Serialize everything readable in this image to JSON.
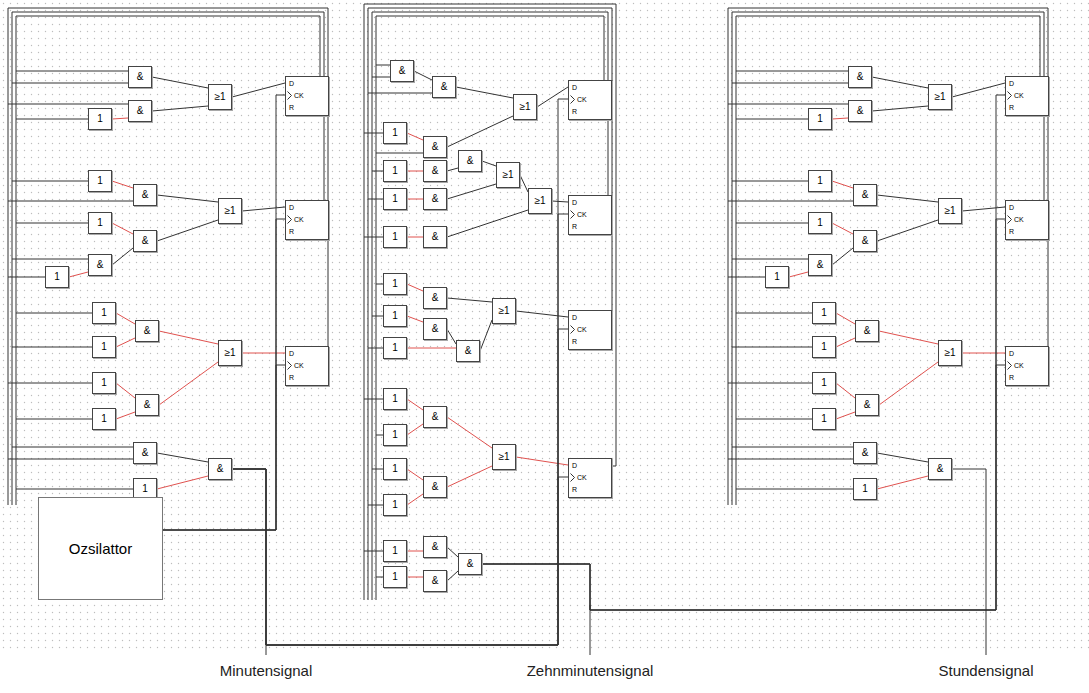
{
  "diagram": {
    "nodes": [
      {
        "text": [
          "&"
        ]
      },
      {
        "text": [
          "&"
        ]
      },
      {
        "text": [
          "1"
        ]
      },
      {
        "text": [
          "≥1"
        ]
      },
      {
        "text": [
          "D",
          "CK",
          "R"
        ]
      },
      {
        "text": [
          "1"
        ]
      },
      {
        "text": [
          "&"
        ]
      },
      {
        "text": [
          "1"
        ]
      },
      {
        "text": [
          "&"
        ]
      },
      {
        "text": [
          "&"
        ]
      },
      {
        "text": [
          "1"
        ]
      },
      {
        "text": [
          "≥1"
        ]
      },
      {
        "text": [
          "D",
          "CK",
          "R"
        ]
      },
      {
        "text": [
          "1"
        ]
      },
      {
        "text": [
          "1"
        ]
      },
      {
        "text": [
          "&"
        ]
      },
      {
        "text": [
          "1"
        ]
      },
      {
        "text": [
          "1"
        ]
      },
      {
        "text": [
          "&"
        ]
      },
      {
        "text": [
          "≥1"
        ]
      },
      {
        "text": [
          "D",
          "CK",
          "R"
        ]
      },
      {
        "text": [
          "&"
        ]
      },
      {
        "text": [
          "1"
        ]
      },
      {
        "text": [
          "&"
        ]
      },
      {
        "text": [
          "Ozsilattor"
        ]
      },
      {
        "text": [
          "&"
        ]
      },
      {
        "text": [
          "&"
        ]
      },
      {
        "text": [
          "≥1"
        ]
      },
      {
        "text": [
          "1"
        ]
      },
      {
        "text": [
          "&"
        ]
      },
      {
        "text": [
          "D",
          "CK",
          "R"
        ]
      },
      {
        "text": [
          "1"
        ]
      },
      {
        "text": [
          "&"
        ]
      },
      {
        "text": [
          "&"
        ]
      },
      {
        "text": [
          "1"
        ]
      },
      {
        "text": [
          "&"
        ]
      },
      {
        "text": [
          "≥1"
        ]
      },
      {
        "text": [
          "1"
        ]
      },
      {
        "text": [
          "&"
        ]
      },
      {
        "text": [
          "≥1"
        ]
      },
      {
        "text": [
          "D",
          "CK",
          "R"
        ]
      },
      {
        "text": [
          "1"
        ]
      },
      {
        "text": [
          "&"
        ]
      },
      {
        "text": [
          "1"
        ]
      },
      {
        "text": [
          "&"
        ]
      },
      {
        "text": [
          "1"
        ]
      },
      {
        "text": [
          "&"
        ]
      },
      {
        "text": [
          "≥1"
        ]
      },
      {
        "text": [
          "D",
          "CK",
          "R"
        ]
      },
      {
        "text": [
          "1"
        ]
      },
      {
        "text": [
          "1"
        ]
      },
      {
        "text": [
          "&"
        ]
      },
      {
        "text": [
          "1"
        ]
      },
      {
        "text": [
          "1"
        ]
      },
      {
        "text": [
          "&"
        ]
      },
      {
        "text": [
          "≥1"
        ]
      },
      {
        "text": [
          "D",
          "CK",
          "R"
        ]
      },
      {
        "text": [
          "1"
        ]
      },
      {
        "text": [
          "1"
        ]
      },
      {
        "text": [
          "&"
        ]
      },
      {
        "text": [
          "&"
        ]
      },
      {
        "text": [
          "&"
        ]
      },
      {
        "text": [
          "&"
        ]
      },
      {
        "text": [
          "&"
        ]
      },
      {
        "text": [
          "1"
        ]
      },
      {
        "text": [
          "≥1"
        ]
      },
      {
        "text": [
          "D",
          "CK",
          "R"
        ]
      },
      {
        "text": [
          "1"
        ]
      },
      {
        "text": [
          "&"
        ]
      },
      {
        "text": [
          "1"
        ]
      },
      {
        "text": [
          "&"
        ]
      },
      {
        "text": [
          "&"
        ]
      },
      {
        "text": [
          "1"
        ]
      },
      {
        "text": [
          "≥1"
        ]
      },
      {
        "text": [
          "D",
          "CK",
          "R"
        ]
      },
      {
        "text": [
          "1"
        ]
      },
      {
        "text": [
          "1"
        ]
      },
      {
        "text": [
          "&"
        ]
      },
      {
        "text": [
          "1"
        ]
      },
      {
        "text": [
          "1"
        ]
      },
      {
        "text": [
          "&"
        ]
      },
      {
        "text": [
          "≥1"
        ]
      },
      {
        "text": [
          "D",
          "CK",
          "R"
        ]
      },
      {
        "text": [
          "&"
        ]
      },
      {
        "text": [
          "1"
        ]
      },
      {
        "text": [
          "&"
        ]
      }
    ],
    "edges": [
      {
        "from": 2,
        "to": 1,
        "arrow": "none"
      },
      {
        "from": 0,
        "to": 3,
        "arrow": "none"
      },
      {
        "from": 1,
        "to": 3,
        "arrow": "none"
      },
      {
        "from": 3,
        "to": 4,
        "arrow": "none"
      },
      {
        "from": 5,
        "to": 6,
        "arrow": "none"
      },
      {
        "from": 7,
        "to": 8,
        "arrow": "none"
      },
      {
        "from": 10,
        "to": 9,
        "arrow": "none"
      },
      {
        "from": 9,
        "to": 8,
        "arrow": "none"
      },
      {
        "from": 6,
        "to": 11,
        "arrow": "none"
      },
      {
        "from": 8,
        "to": 11,
        "arrow": "none"
      },
      {
        "from": 11,
        "to": 12,
        "arrow": "none"
      },
      {
        "from": 13,
        "to": 15,
        "arrow": "none"
      },
      {
        "from": 14,
        "to": 15,
        "arrow": "none"
      },
      {
        "from": 16,
        "to": 18,
        "arrow": "none"
      },
      {
        "from": 17,
        "to": 18,
        "arrow": "none"
      },
      {
        "from": 15,
        "to": 19,
        "arrow": "none"
      },
      {
        "from": 18,
        "to": 19,
        "arrow": "none"
      },
      {
        "from": 19,
        "to": 20,
        "arrow": "none"
      },
      {
        "from": 21,
        "to": 23,
        "arrow": "none"
      },
      {
        "from": 22,
        "to": 23,
        "arrow": "none"
      },
      {
        "from": 25,
        "to": 26,
        "arrow": "none"
      },
      {
        "from": 26,
        "to": 27,
        "arrow": "none"
      },
      {
        "from": 28,
        "to": 29,
        "arrow": "none"
      },
      {
        "from": 29,
        "to": 27,
        "arrow": "none"
      },
      {
        "from": 27,
        "to": 30,
        "arrow": "none"
      },
      {
        "from": 31,
        "to": 32,
        "arrow": "none"
      },
      {
        "from": 32,
        "to": 33,
        "arrow": "none"
      },
      {
        "from": 34,
        "to": 35,
        "arrow": "none"
      },
      {
        "from": 33,
        "to": 36,
        "arrow": "none"
      },
      {
        "from": 35,
        "to": 36,
        "arrow": "none"
      },
      {
        "from": 37,
        "to": 38,
        "arrow": "none"
      },
      {
        "from": 36,
        "to": 39,
        "arrow": "none"
      },
      {
        "from": 38,
        "to": 39,
        "arrow": "none"
      },
      {
        "from": 39,
        "to": 40,
        "arrow": "none"
      },
      {
        "from": 41,
        "to": 42,
        "arrow": "none"
      },
      {
        "from": 43,
        "to": 44,
        "arrow": "none"
      },
      {
        "from": 42,
        "to": 47,
        "arrow": "none"
      },
      {
        "from": 44,
        "to": 46,
        "arrow": "none"
      },
      {
        "from": 45,
        "to": 46,
        "arrow": "none"
      },
      {
        "from": 46,
        "to": 47,
        "arrow": "none"
      },
      {
        "from": 47,
        "to": 48,
        "arrow": "none"
      },
      {
        "from": 49,
        "to": 51,
        "arrow": "none"
      },
      {
        "from": 50,
        "to": 51,
        "arrow": "none"
      },
      {
        "from": 52,
        "to": 54,
        "arrow": "none"
      },
      {
        "from": 53,
        "to": 54,
        "arrow": "none"
      },
      {
        "from": 51,
        "to": 55,
        "arrow": "none"
      },
      {
        "from": 54,
        "to": 55,
        "arrow": "none"
      },
      {
        "from": 55,
        "to": 56,
        "arrow": "none"
      },
      {
        "from": 57,
        "to": 59,
        "arrow": "none"
      },
      {
        "from": 58,
        "to": 60,
        "arrow": "none"
      },
      {
        "from": 59,
        "to": 61,
        "arrow": "none"
      },
      {
        "from": 60,
        "to": 61,
        "arrow": "none"
      },
      {
        "from": 64,
        "to": 63,
        "arrow": "none"
      },
      {
        "from": 62,
        "to": 65,
        "arrow": "none"
      },
      {
        "from": 63,
        "to": 65,
        "arrow": "none"
      },
      {
        "from": 65,
        "to": 66,
        "arrow": "none"
      },
      {
        "from": 67,
        "to": 68,
        "arrow": "none"
      },
      {
        "from": 69,
        "to": 70,
        "arrow": "none"
      },
      {
        "from": 72,
        "to": 71,
        "arrow": "none"
      },
      {
        "from": 71,
        "to": 70,
        "arrow": "none"
      },
      {
        "from": 68,
        "to": 73,
        "arrow": "none"
      },
      {
        "from": 70,
        "to": 73,
        "arrow": "none"
      },
      {
        "from": 73,
        "to": 74,
        "arrow": "none"
      },
      {
        "from": 75,
        "to": 77,
        "arrow": "none"
      },
      {
        "from": 76,
        "to": 77,
        "arrow": "none"
      },
      {
        "from": 78,
        "to": 80,
        "arrow": "none"
      },
      {
        "from": 79,
        "to": 80,
        "arrow": "none"
      },
      {
        "from": 77,
        "to": 81,
        "arrow": "none"
      },
      {
        "from": 80,
        "to": 81,
        "arrow": "none"
      },
      {
        "from": 81,
        "to": 82,
        "arrow": "none"
      },
      {
        "from": 83,
        "to": 85,
        "arrow": "none"
      },
      {
        "from": 84,
        "to": 85,
        "arrow": "none"
      },
      {
        "from": 24,
        "to": 4,
        "arrow": "none"
      },
      {
        "from": 24,
        "to": 12,
        "arrow": "none"
      },
      {
        "from": 24,
        "to": 20,
        "arrow": "none"
      },
      {
        "from": 23,
        "to": 30,
        "arrow": "none"
      },
      {
        "from": 23,
        "to": 40,
        "arrow": "none"
      },
      {
        "from": 23,
        "to": 48,
        "arrow": "none"
      },
      {
        "from": 23,
        "to": 56,
        "arrow": "none"
      },
      {
        "from": 61,
        "to": 66,
        "arrow": "none"
      },
      {
        "from": 61,
        "to": 74,
        "arrow": "none"
      },
      {
        "from": 61,
        "to": 82,
        "arrow": "none"
      }
    ],
    "labels": [
      "Minutensignal",
      "Zehnminutensignal",
      "Stundensignal"
    ]
  }
}
